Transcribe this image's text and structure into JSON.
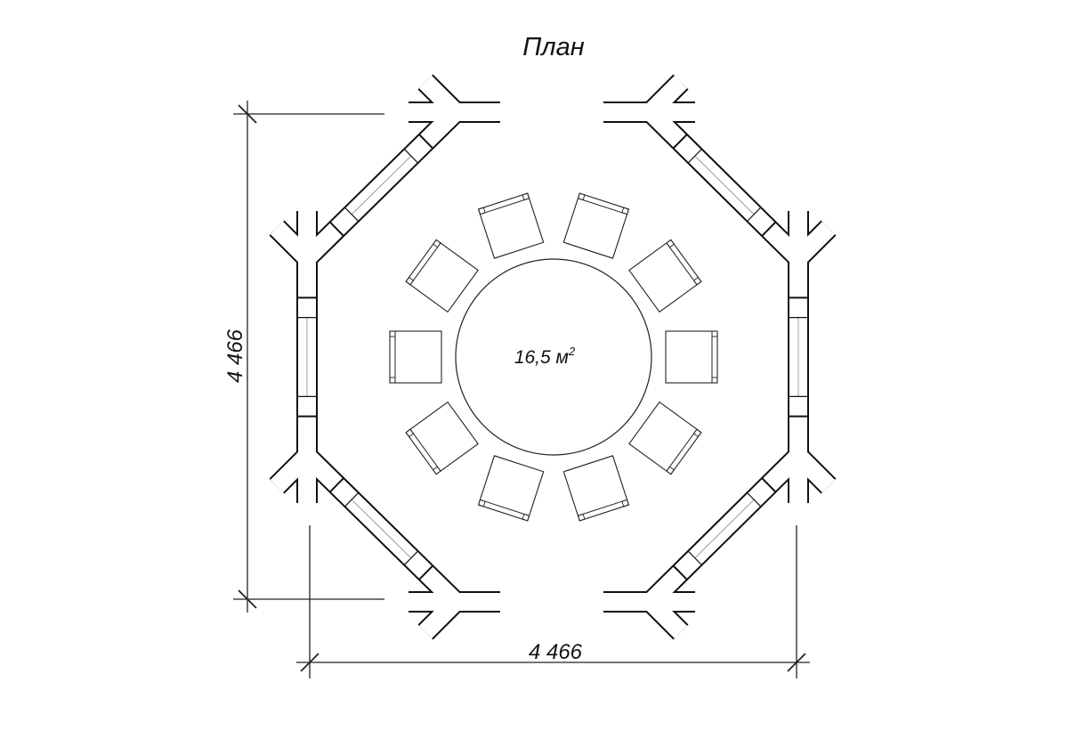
{
  "title": "План",
  "area": {
    "value": "16,5 м",
    "superscript": "2"
  },
  "dimensions": {
    "width_label": "4 466",
    "height_label": "4 466"
  },
  "furniture": {
    "chair_count": 10,
    "table_shape": "round"
  },
  "colors": {
    "line": "#111111",
    "background": "#ffffff"
  }
}
